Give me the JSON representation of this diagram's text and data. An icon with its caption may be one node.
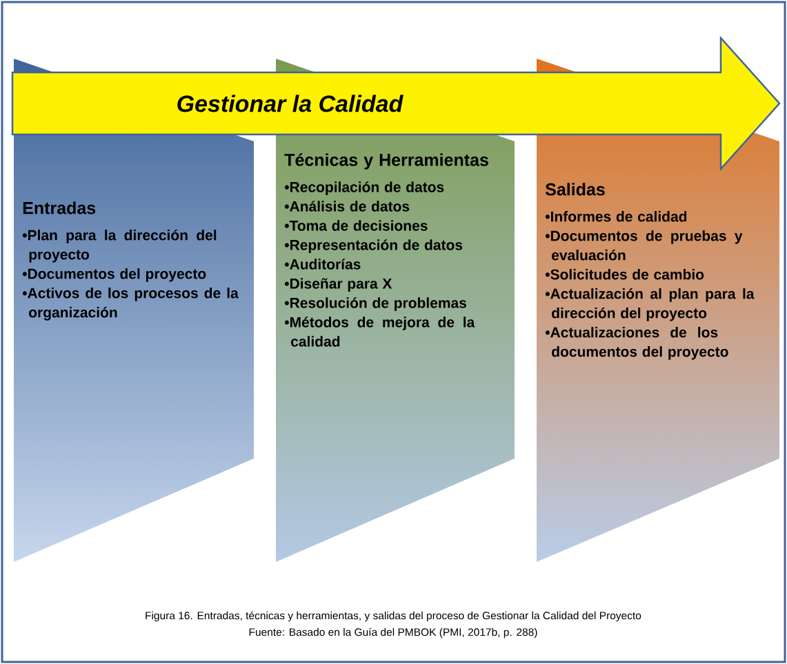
{
  "diagram": {
    "caption": "Figura 16. Entradas, técnicas y herramientas, y salidas del proceso de Gestionar la Calidad del Proyecto",
    "nodes": [
      {
        "text": [
          "Gestionar la Calidad"
        ]
      },
      {
        "text": [
          "Entradas",
          "•Plan para la dirección del proyecto",
          "•Documentos del proyecto",
          "•Activos de los procesos de la organización"
        ]
      },
      {
        "text": [
          "Técnicas y Herramientas",
          "•Recopilación de datos",
          "•Análisis de datos",
          "•Toma de decisiones",
          "•Representación de datos",
          "•Auditorías",
          "•Diseñar para X",
          "•Resolución de problemas",
          "•Métodos de mejora de la calidad"
        ]
      },
      {
        "text": [
          "Salidas",
          "•Informes de calidad",
          "•Documentos de pruebas y evaluación",
          "•Solicitudes de cambio",
          "•Actualización al plan para la dirección del proyecto",
          "•Actualizaciones de los documentos del proyecto"
        ]
      }
    ],
    "labels": [
      "Fuente: Basado en la Guía del PMBOK (PMI, 2017b, p. 288)"
    ]
  }
}
